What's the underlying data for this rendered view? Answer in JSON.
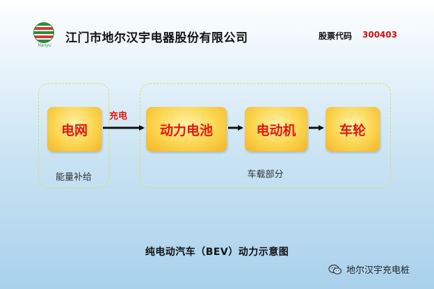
{
  "header": {
    "logo_text": "Hanyu",
    "company_name": "江门市地尔汉宇电器股份有限公司",
    "stock_label": "股票代码",
    "stock_code": "300403"
  },
  "diagram": {
    "groups": {
      "left_label": "能量补给",
      "right_label": "车载部分"
    },
    "nodes": {
      "grid": "电网",
      "battery": "动力电池",
      "motor": "电动机",
      "wheel": "车轮"
    },
    "edge_label": "充电"
  },
  "caption": "纯电动汽车（BEV）动力示意图",
  "watermark": "地尔汉宇充电桩",
  "colors": {
    "node_text": "#e01810",
    "node_fill": "#fbd54d",
    "stock_code": "#d01010",
    "group_border": "#d6e05a"
  }
}
